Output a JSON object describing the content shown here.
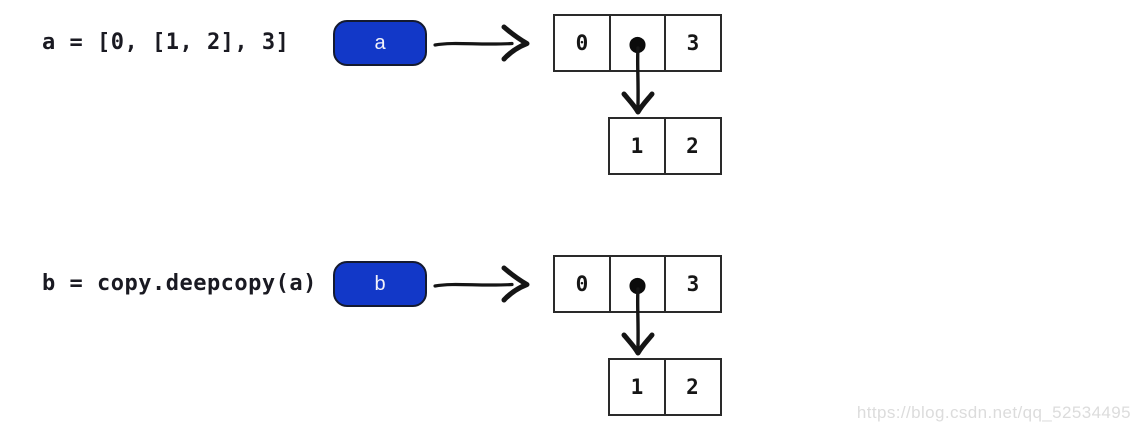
{
  "rows": [
    {
      "code": "a = [0, [1, 2], 3]",
      "variable": "a",
      "outer_cells": [
        "0",
        "●",
        "3"
      ],
      "inner_cells": [
        "1",
        "2"
      ]
    },
    {
      "code": "b = copy.deepcopy(a)",
      "variable": "b",
      "outer_cells": [
        "0",
        "●",
        "3"
      ],
      "inner_cells": [
        "1",
        "2"
      ]
    }
  ],
  "watermark": "https://blog.csdn.net/qq_52534495",
  "icons": {
    "arrow_right": "hand-drawn-right-arrow",
    "arrow_down": "hand-drawn-down-arrow",
    "pointer_dot": "filled-circle"
  },
  "colors": {
    "variable_box_fill": "#1238c8",
    "variable_box_border": "#141a30",
    "line_color": "#151515",
    "cell_border": "#2a2a2a",
    "text_color": "#1a1a22",
    "watermark_color": "#dcdcdc",
    "background": "#ffffff"
  }
}
